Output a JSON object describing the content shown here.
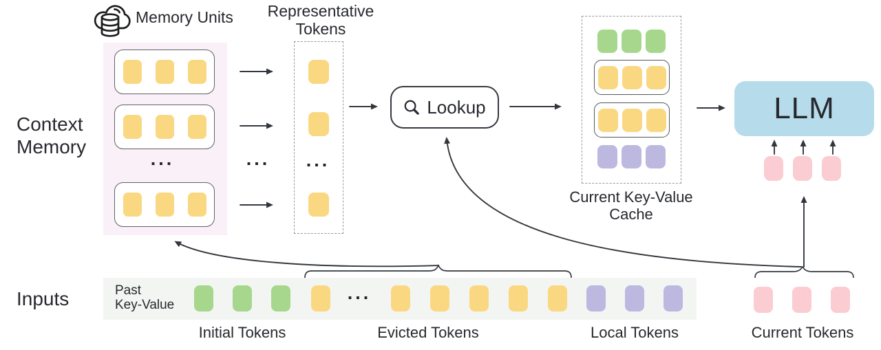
{
  "ellipsis": "...",
  "colors": {
    "yellow_token": "#FAD881",
    "green_token": "#A6D78C",
    "purple_token": "#BDB8E0",
    "pink_token": "#FBCCD1",
    "llm_fill": "#B6DBEB",
    "memory_panel_fill": "#FAF0F7",
    "input_strip_fill": "#F3F5F3",
    "line": "#33373D",
    "text": "#26282D"
  },
  "context_memory": {
    "section_label_line1": "Context",
    "section_label_line2": "Memory",
    "memory_units_label": "Memory Units",
    "rows_visible": 3,
    "unit_tokens": {
      "color": "yellow_token",
      "count": 3
    }
  },
  "representative": {
    "label_line1": "Representative",
    "label_line2": "Tokens",
    "tokens_visible": 3,
    "token": {
      "color": "yellow_token",
      "count": 1
    }
  },
  "lookup": {
    "label": "Lookup"
  },
  "cache": {
    "label_line1": "Current Key-Value",
    "label_line2": "Cache",
    "rows": [
      {
        "color": "green_token",
        "count": 3,
        "boxed": false
      },
      {
        "color": "yellow_token",
        "count": 3,
        "boxed": true
      },
      {
        "color": "yellow_token",
        "count": 3,
        "boxed": true
      },
      {
        "color": "purple_token",
        "count": 3,
        "boxed": false
      }
    ]
  },
  "llm": {
    "label": "LLM",
    "input_tokens": {
      "color": "pink_token",
      "count": 3
    }
  },
  "inputs": {
    "section_label": "Inputs",
    "past_kv_line1": "Past",
    "past_kv_line2": "Key-Value",
    "initial": {
      "label": "Initial Tokens",
      "tokens": {
        "color": "green_token",
        "count": 3
      }
    },
    "evicted": {
      "label": "Evicted Tokens",
      "tokens_before_ellipsis": {
        "color": "yellow_token",
        "count": 1
      },
      "tokens_after_ellipsis": {
        "color": "yellow_token",
        "count": 5
      }
    },
    "local": {
      "label": "Local Tokens",
      "tokens": {
        "color": "purple_token",
        "count": 3
      }
    },
    "current": {
      "label": "Current Tokens",
      "tokens": {
        "color": "pink_token",
        "count": 3
      }
    }
  }
}
